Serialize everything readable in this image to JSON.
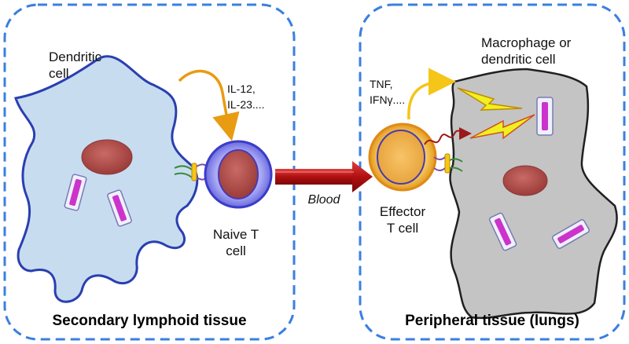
{
  "panels": {
    "left": {
      "title": "Secondary lymphoid tissue",
      "dendritic_label_line1": "Dendritic",
      "dendritic_label_line2": "cell",
      "cytokines_line1": "IL-12,",
      "cytokines_line2": "IL-23....",
      "naive_label_line1": "Naive T",
      "naive_label_line2": "cell"
    },
    "transit": {
      "label": "Blood"
    },
    "right": {
      "title": "Peripheral tissue (lungs)",
      "macrophage_label_line1": "Macrophage or",
      "macrophage_label_line2": "dendritic cell",
      "cytokines_line1": "TNF,",
      "cytokines_line2": "IFNγ....",
      "effector_label_line1": "Effector",
      "effector_label_line2": "T cell"
    }
  },
  "colors": {
    "panel_border": "#3b7fe0",
    "dendritic_fill": "#c8dcf0",
    "dendritic_stroke": "#2a3fb0",
    "nucleus": "#b5514f",
    "organelle": "#cc33cc",
    "naive_outer": "#3c3cc8",
    "effector_outer": "#e8a020",
    "macrophage_fill": "#c4c4c4",
    "arrow_orange": "#e89c12",
    "arrow_yellow": "#f5c518",
    "blood_arrow": "#b01818",
    "lightning": "#f0f020"
  }
}
